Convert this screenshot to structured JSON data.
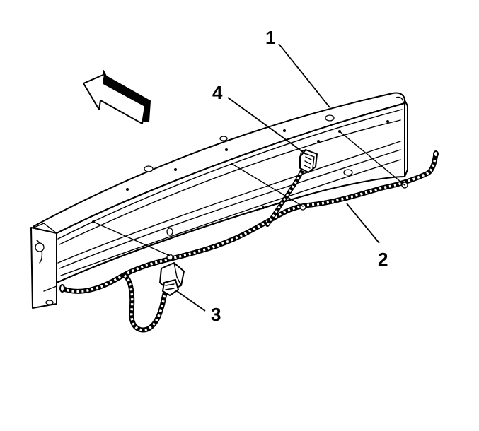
{
  "diagram": {
    "callouts": [
      {
        "id": "callout-1",
        "label": "1"
      },
      {
        "id": "callout-2",
        "label": "2"
      },
      {
        "id": "callout-3",
        "label": "3"
      },
      {
        "id": "callout-4",
        "label": "4"
      }
    ],
    "icons": {
      "direction": "forward-arrow-icon"
    },
    "colors": {
      "line": "#000000",
      "background": "#ffffff"
    }
  }
}
